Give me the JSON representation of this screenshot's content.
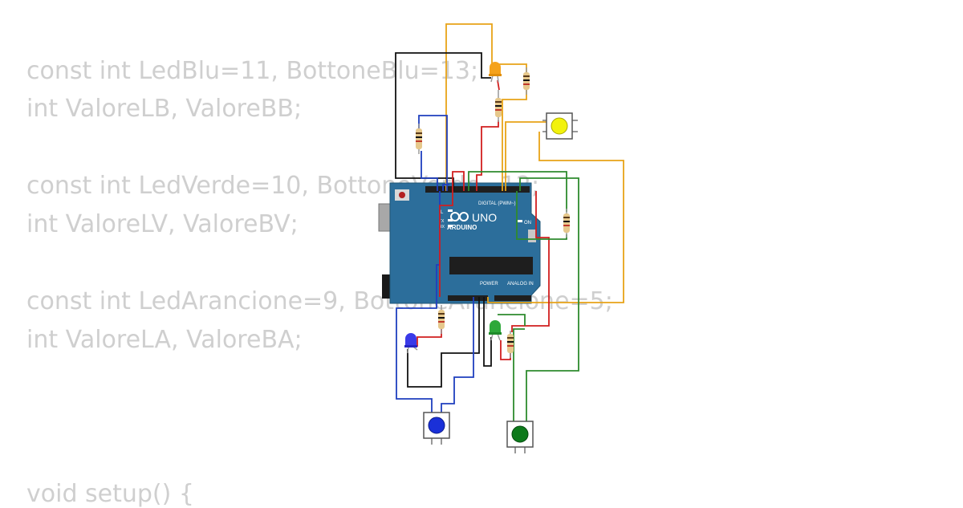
{
  "code": {
    "lines": [
      "const int LedBlu=11, BottoneBlu=13;",
      "int ValoreLB, ValoreBB;",
      "",
      "const int LedVerde=10, BottoneVerde=12;",
      "int ValoreLV, ValoreBV;",
      "",
      "const int LedArancione=9, BottoneArancione=5;",
      "int ValoreLA, ValoreBA;",
      "",
      "",
      "void setup() {"
    ]
  },
  "board": {
    "brand": "ARDUINO",
    "model": "UNO",
    "digital_label": "DIGITAL (PWM~)",
    "power_label": "POWER",
    "analog_label": "ANALOG IN",
    "on_label": "ON",
    "l_label": "L",
    "tx_label": "TX",
    "rx_label": "RX"
  },
  "colors": {
    "code_text": "#cfcfcf",
    "board": "#2c6e9b",
    "wire_orange": "#e8a317",
    "wire_green": "#2e8b2e",
    "wire_blue": "#1f3fbf",
    "wire_red": "#d11f1f",
    "wire_black": "#111111",
    "button_yellow": "#f2f20c",
    "button_blue": "#1a30d8",
    "button_green": "#0d7a1b"
  }
}
